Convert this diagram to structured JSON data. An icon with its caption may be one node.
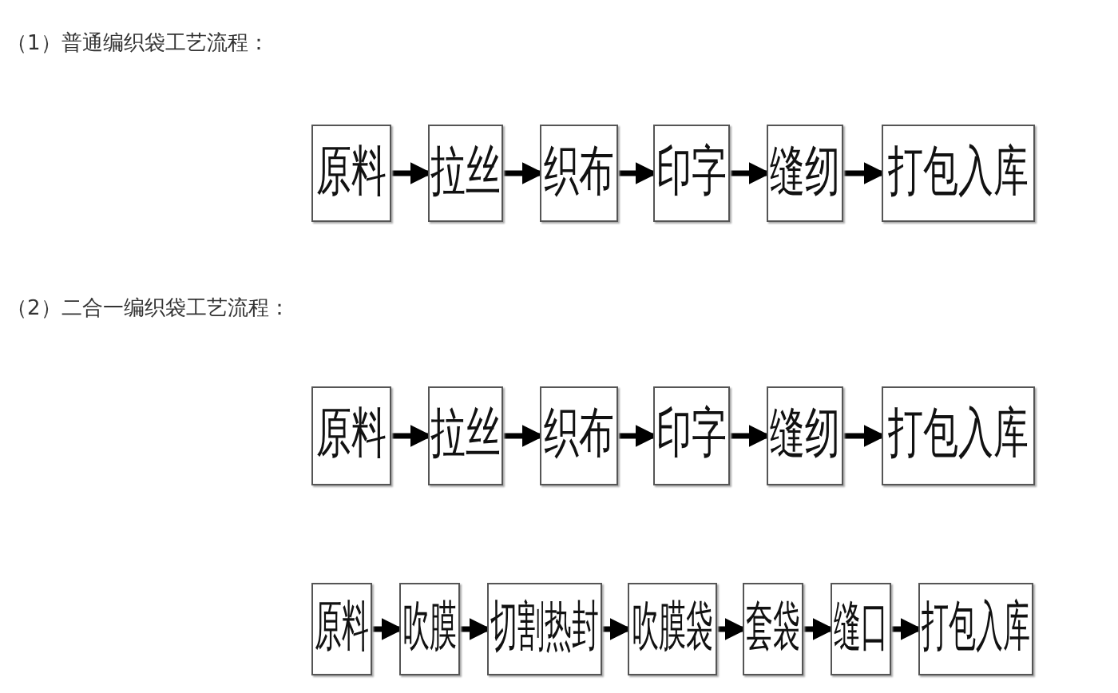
{
  "diagram": {
    "nodes": [
      {
        "text": [
          "原料"
        ]
      },
      {
        "text": [
          "拉丝"
        ]
      },
      {
        "text": [
          "织布"
        ]
      },
      {
        "text": [
          "印字"
        ]
      },
      {
        "text": [
          "缝纫"
        ]
      },
      {
        "text": [
          "打包入库"
        ]
      },
      {
        "text": [
          "原料"
        ]
      },
      {
        "text": [
          "拉丝"
        ]
      },
      {
        "text": [
          "织布"
        ]
      },
      {
        "text": [
          "印字"
        ]
      },
      {
        "text": [
          "缝纫"
        ]
      },
      {
        "text": [
          "打包入库"
        ]
      },
      {
        "text": [
          "原料"
        ]
      },
      {
        "text": [
          "吹膜"
        ]
      },
      {
        "text": [
          "切割热封"
        ]
      },
      {
        "text": [
          "吹膜袋"
        ]
      },
      {
        "text": [
          "套袋"
        ]
      },
      {
        "text": [
          "缝口"
        ]
      },
      {
        "text": [
          "打包入库"
        ]
      }
    ],
    "edges": [
      {
        "from": 0,
        "to": 1,
        "arrow": "to"
      },
      {
        "from": 1,
        "to": 2,
        "arrow": "to"
      },
      {
        "from": 2,
        "to": 3,
        "arrow": "to"
      },
      {
        "from": 3,
        "to": 4,
        "arrow": "to"
      },
      {
        "from": 4,
        "to": 5,
        "arrow": "to"
      },
      {
        "from": 6,
        "to": 7,
        "arrow": "to"
      },
      {
        "from": 7,
        "to": 8,
        "arrow": "to"
      },
      {
        "from": 8,
        "to": 9,
        "arrow": "to"
      },
      {
        "from": 9,
        "to": 10,
        "arrow": "to"
      },
      {
        "from": 10,
        "to": 11,
        "arrow": "to"
      },
      {
        "from": 12,
        "to": 13,
        "arrow": "to"
      },
      {
        "from": 13,
        "to": 14,
        "arrow": "to"
      },
      {
        "from": 14,
        "to": 15,
        "arrow": "to"
      },
      {
        "from": 15,
        "to": 16,
        "arrow": "to"
      },
      {
        "from": 16,
        "to": 17,
        "arrow": "to"
      },
      {
        "from": 17,
        "to": 18,
        "arrow": "to"
      }
    ],
    "labels": [
      "（1）普通编织袋工艺流程：",
      "（2）二合一编织袋工艺流程："
    ]
  }
}
